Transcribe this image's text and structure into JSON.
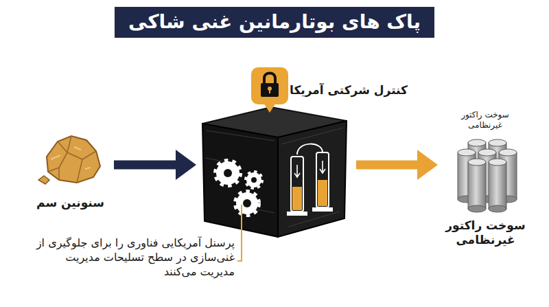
{
  "diagram": {
    "title": "پاک های بوتارمانین غنی شاکی",
    "nodes": [
      {
        "text": [
          "سنونین سم"
        ]
      },
      {
        "text": [
          "کنترل شرکتی آمریکا"
        ]
      },
      {
        "text": [
          "سوخت راکتور غیرنظامی",
          "سوخت راکتور غیرنظامی"
        ]
      }
    ],
    "edges": [
      {
        "from": 0,
        "to": 1,
        "arrow": "to"
      },
      {
        "from": 1,
        "to": 2,
        "arrow": "to"
      }
    ],
    "labels": [
      "پرسنل آمریکایی فناوری را برای جلوگیری از غنی‌سازی در سطح تسلیحات مدیریت مدیریت می‌کنند"
    ]
  }
}
